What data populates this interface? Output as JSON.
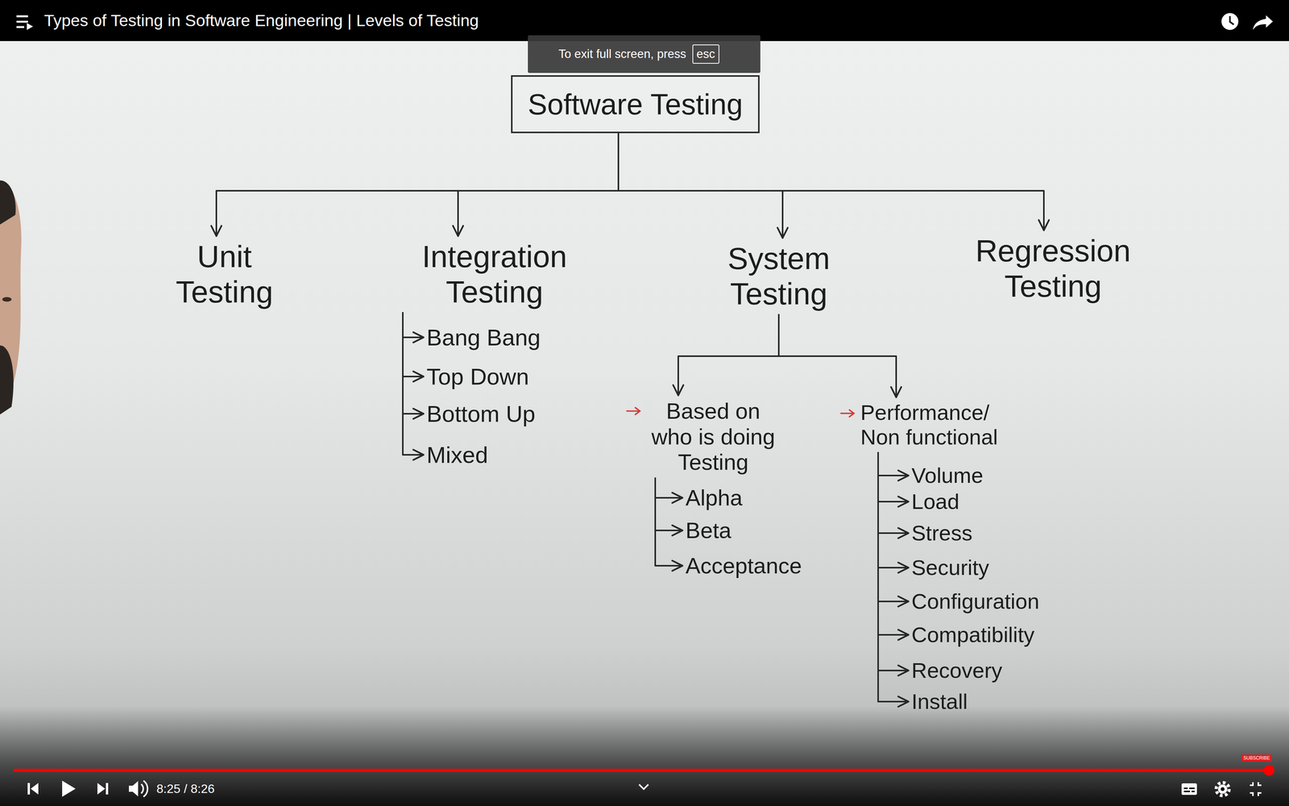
{
  "diagram": {
    "title": "Types of Testing in Software Engineering | Levels of Testing",
    "nodes": [
      {
        "text": [
          "Software Testing"
        ]
      },
      {
        "text": [
          "Unit Testing"
        ]
      },
      {
        "text": [
          "Integration Testing"
        ]
      },
      {
        "text": [
          "System Testing"
        ]
      },
      {
        "text": [
          "Regression Testing"
        ]
      },
      {
        "text": [
          "Bang Bang"
        ]
      },
      {
        "text": [
          "Top Down"
        ]
      },
      {
        "text": [
          "Bottom Up"
        ]
      },
      {
        "text": [
          "Mixed"
        ]
      },
      {
        "text": [
          "Based on who is doing Testing"
        ]
      },
      {
        "text": [
          "Performance/ Non functional"
        ]
      },
      {
        "text": [
          "Alpha"
        ]
      },
      {
        "text": [
          "Beta"
        ]
      },
      {
        "text": [
          "Acceptance"
        ]
      },
      {
        "text": [
          "Volume"
        ]
      },
      {
        "text": [
          "Load"
        ]
      },
      {
        "text": [
          "Stress"
        ]
      },
      {
        "text": [
          "Security"
        ]
      },
      {
        "text": [
          "Configuration"
        ]
      },
      {
        "text": [
          "Compatibility"
        ]
      },
      {
        "text": [
          "Recovery"
        ]
      },
      {
        "text": [
          "Install"
        ]
      }
    ],
    "edges": [
      {
        "from": 0,
        "to": 1,
        "arrow": "to"
      },
      {
        "from": 0,
        "to": 2,
        "arrow": "to"
      },
      {
        "from": 0,
        "to": 3,
        "arrow": "to"
      },
      {
        "from": 0,
        "to": 4,
        "arrow": "to"
      },
      {
        "from": 2,
        "to": 5,
        "arrow": "to"
      },
      {
        "from": 2,
        "to": 6,
        "arrow": "to"
      },
      {
        "from": 2,
        "to": 7,
        "arrow": "to"
      },
      {
        "from": 2,
        "to": 8,
        "arrow": "to"
      },
      {
        "from": 3,
        "to": 9,
        "arrow": "to"
      },
      {
        "from": 3,
        "to": 10,
        "arrow": "to"
      },
      {
        "from": 9,
        "to": 11,
        "arrow": "to"
      },
      {
        "from": 9,
        "to": 12,
        "arrow": "to"
      },
      {
        "from": 9,
        "to": 13,
        "arrow": "to"
      },
      {
        "from": 10,
        "to": 14,
        "arrow": "to"
      },
      {
        "from": 10,
        "to": 15,
        "arrow": "to"
      },
      {
        "from": 10,
        "to": 16,
        "arrow": "to"
      },
      {
        "from": 10,
        "to": 17,
        "arrow": "to"
      },
      {
        "from": 10,
        "to": 18,
        "arrow": "to"
      },
      {
        "from": 10,
        "to": 19,
        "arrow": "to"
      },
      {
        "from": 10,
        "to": 20,
        "arrow": "to"
      },
      {
        "from": 10,
        "to": 21,
        "arrow": "to"
      }
    ],
    "labels": [
      "To exit full screen, press",
      "esc",
      "8:25 / 8:26",
      "SUBSCRIBE"
    ]
  }
}
